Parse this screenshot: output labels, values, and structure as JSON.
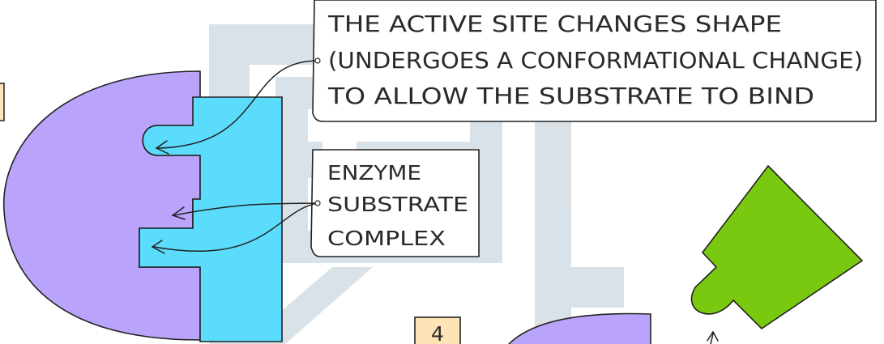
{
  "callouts": {
    "active_site": {
      "lines": [
        "THE ACTIVE SITE CHANGES SHAPE",
        "(UNDERGOES A CONFORMATIONAL CHANGE)",
        "TO ALLOW THE SUBSTRATE TO BIND"
      ]
    },
    "complex": {
      "lines": [
        "ENZYME",
        "SUBSTRATE",
        "COMPLEX"
      ]
    }
  },
  "step_label": "4",
  "colors": {
    "enzyme": "#b9a3fb",
    "substrate": "#5bdcfc",
    "product": "#7ac911",
    "step_box": "#fde3b5",
    "watermark": "#d3dde4",
    "ink": "#222222"
  }
}
